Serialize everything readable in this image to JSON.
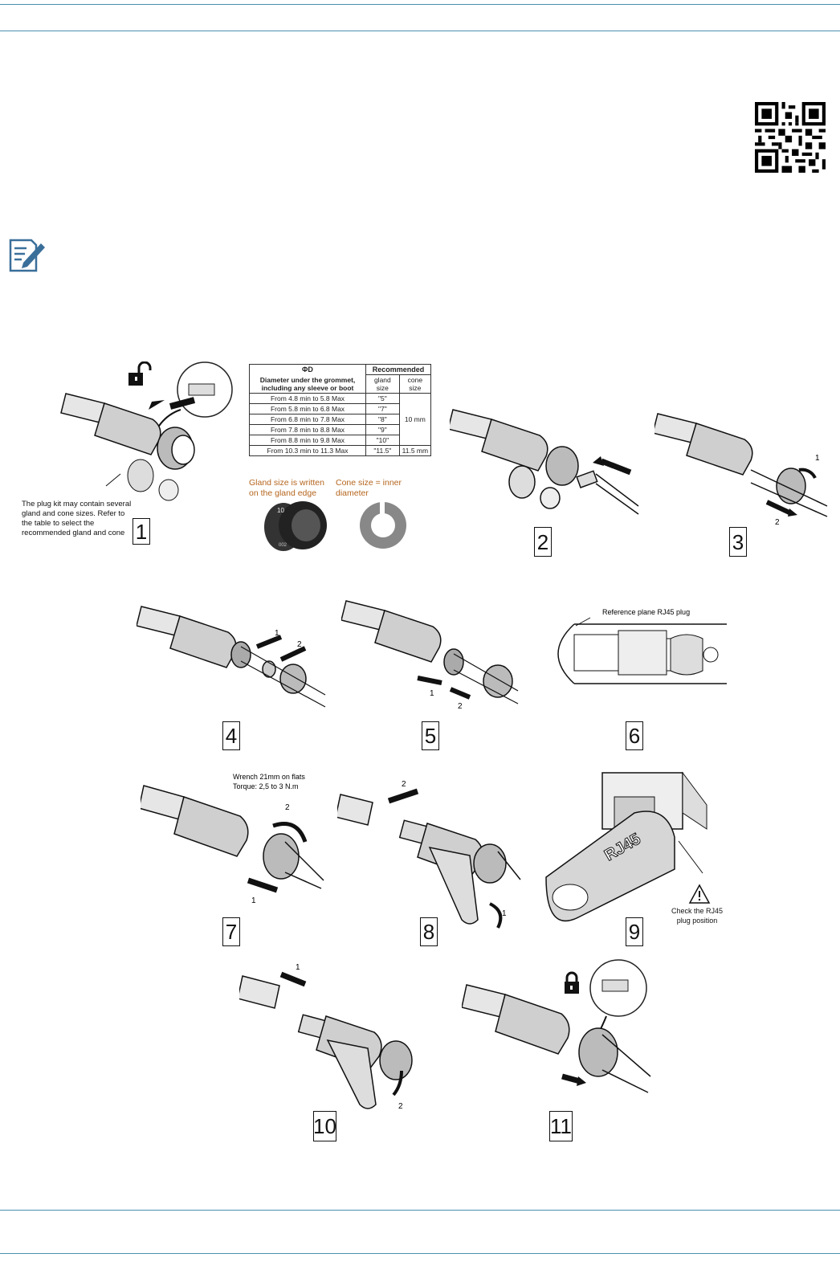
{
  "colors": {
    "rule": "#4a8fb0",
    "note_icon": "#3a6f9a",
    "caption_orange": "#b5651d"
  },
  "icons": {
    "note": "note-edit-icon",
    "qr": "qr-code",
    "unlock": "unlock-icon",
    "lock": "lock-icon",
    "warning": "warning-icon"
  },
  "table": {
    "h_phi": "ΦD",
    "h_diameter": "Diameter under the grommet, including any sleeve or boot",
    "h_recommended": "Recommended",
    "h_gland": "gland size",
    "h_cone": "cone size",
    "rows": [
      {
        "range": "From 4.8 min to 5.8 Max",
        "gland": "\"5\""
      },
      {
        "range": "From 5.8 min to 6.8 Max",
        "gland": "\"7\""
      },
      {
        "range": "From 6.8 min to 7.8 Max",
        "gland": "\"8\""
      },
      {
        "range": "From 7.8 min to 8.8 Max",
        "gland": "\"9\""
      },
      {
        "range": "From 8.8 min to 9.8 Max",
        "gland": "\"10\""
      },
      {
        "range": "From 10.3 min to 11.3 Max",
        "gland": "\"11.5\""
      }
    ],
    "cone_10": "10 mm",
    "cone_11": "11.5 mm"
  },
  "captions": {
    "gland_edge": "Gland size is written on the gland edge",
    "cone_inner": "Cone size = inner diameter",
    "plug_kit": "The plug kit may contain several gland and cone sizes. Refer to the table to select the recommended gland and cone",
    "ref_plane": "Reference plane RJ45 plug",
    "wrench": "Wrench 21mm on flats",
    "torque": "Torque: 2,5 to 3 N.m",
    "check_rj45": "Check the RJ45 plug position",
    "rj45_label": "RJ45",
    "gland_mark": "10",
    "cone_mark": "002"
  },
  "steps": [
    "1",
    "2",
    "3",
    "4",
    "5",
    "6",
    "7",
    "8",
    "9",
    "10",
    "11"
  ],
  "arrow_labels": {
    "one": "1",
    "two": "2"
  }
}
